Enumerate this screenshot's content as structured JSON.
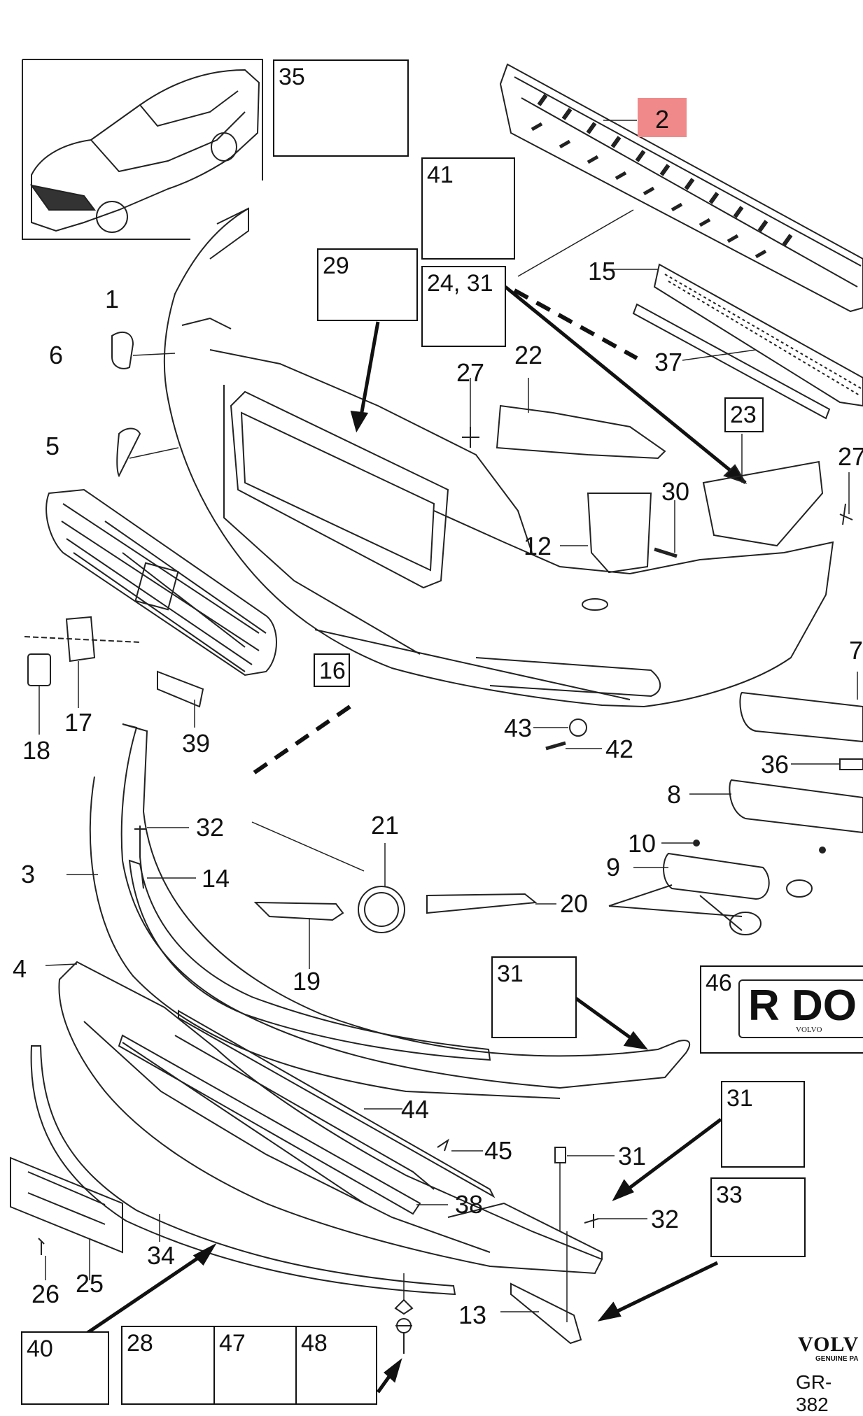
{
  "diagram": {
    "callouts": {
      "c1": "1",
      "c2": "2",
      "c3": "3",
      "c4": "4",
      "c5": "5",
      "c6": "6",
      "c7": "7",
      "c8": "8",
      "c9": "9",
      "c10": "10",
      "c12": "12",
      "c13": "13",
      "c14": "14",
      "c15": "15",
      "c17": "17",
      "c18": "18",
      "c19": "19",
      "c20": "20",
      "c21": "21",
      "c22": "22",
      "c25": "25",
      "c26": "26",
      "c27a": "27",
      "c27b": "27",
      "c30": "30",
      "c31": "31",
      "c32a": "32",
      "c32b": "32",
      "c34": "34",
      "c36": "36",
      "c37": "37",
      "c38": "38",
      "c39": "39",
      "c42": "42",
      "c43": "43",
      "c44": "44",
      "c45": "45"
    },
    "boxed": {
      "b16": "16",
      "b23": "23",
      "b35": "35",
      "b41": "41",
      "b29": "29",
      "b2431": "24, 31",
      "b31a": "31",
      "b31b": "31",
      "b33": "33",
      "b46": "46",
      "b40": "40",
      "b28": "28",
      "b47": "47",
      "b48": "48"
    },
    "highlight": "2",
    "plate_text": "R DO",
    "plate_sub": "VOLVO",
    "brand_text": "VOLV",
    "brand_sub": "GENUINE PA",
    "ref_code": "GR-382"
  }
}
